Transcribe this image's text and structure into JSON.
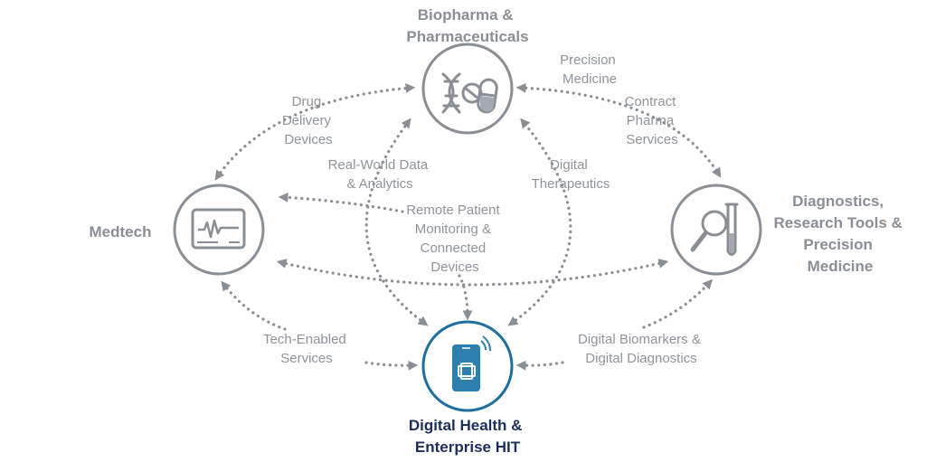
{
  "colors": {
    "gray": "#8a8f96",
    "gray_text": "#8f949b",
    "icon_gray": "#a5aab0",
    "dark_navy": "#1c2f5c",
    "focus_blue": "#1f6f9e",
    "focus_fill": "#2d7fae"
  },
  "nodes": {
    "biopharma": {
      "title_lines": [
        "Biopharma &",
        "Pharmaceuticals"
      ],
      "icon": "dna-pill-icon"
    },
    "medtech": {
      "title_lines": [
        "Medtech"
      ],
      "icon": "monitor-icon"
    },
    "diagnostics": {
      "title_lines": [
        "Diagnostics,",
        "Research Tools &",
        "Precision",
        "Medicine"
      ],
      "icon": "magnifier-test-tube-icon"
    },
    "digital_health": {
      "title_lines": [
        "Digital Health &",
        "Enterprise HIT"
      ],
      "icon": "mobile-health-icon"
    }
  },
  "connections": {
    "precision_medicine": [
      "Precision",
      "Medicine"
    ],
    "drug_delivery": [
      "Drug",
      "Delivery",
      "Devices"
    ],
    "contract_pharma": [
      "Contract",
      "Pharma",
      "Services"
    ],
    "real_world_data": [
      "Real-World Data",
      "& Analytics"
    ],
    "digital_therapeutics": [
      "Digital",
      "Therapeutics"
    ],
    "remote_monitoring": [
      "Remote Patient",
      "Monitoring &",
      "Connected",
      "Devices"
    ],
    "tech_enabled": [
      "Tech-Enabled",
      "Services"
    ],
    "digital_biomarkers": [
      "Digital Biomarkers &",
      "Digital Diagnostics"
    ]
  }
}
